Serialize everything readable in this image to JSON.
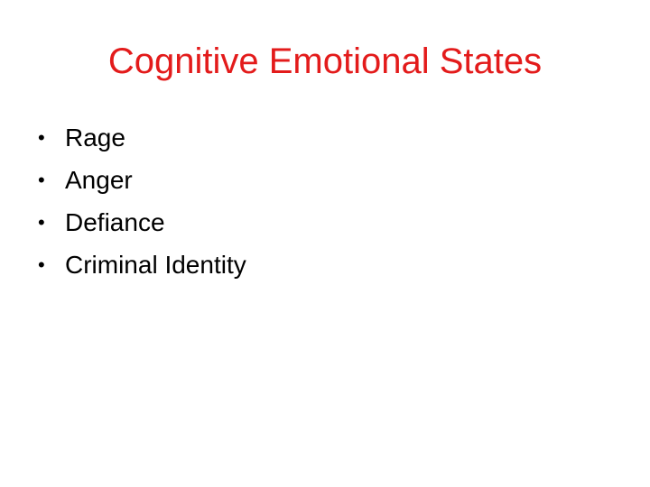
{
  "slide": {
    "title": "Cognitive Emotional States",
    "title_color": "#e31b1b",
    "bullet_symbol": "•",
    "bullets": [
      {
        "label": "Rage"
      },
      {
        "label": "Anger"
      },
      {
        "label": "Defiance"
      },
      {
        "label": "Criminal Identity"
      }
    ]
  }
}
